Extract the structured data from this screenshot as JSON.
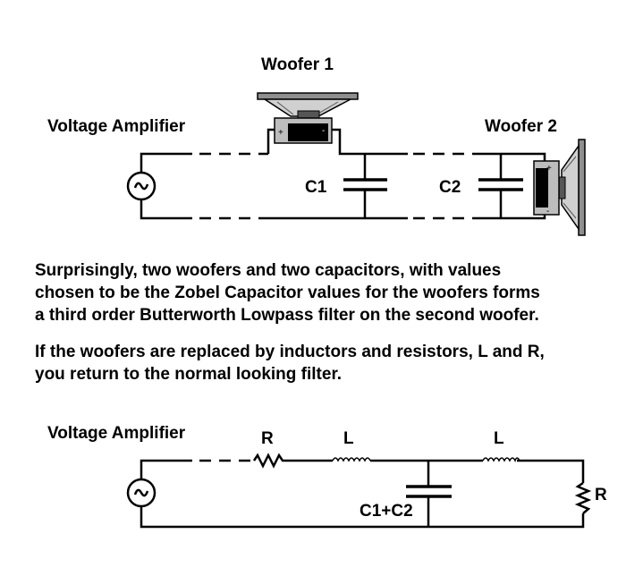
{
  "top_circuit": {
    "amplifier_label": "Voltage Amplifier",
    "woofer1_label": "Woofer 1",
    "woofer2_label": "Woofer 2",
    "c1_label": "C1",
    "c2_label": "C2",
    "source_symbol": "~",
    "woofer1_plus": "+",
    "woofer1_minus": "-",
    "woofer2_plus": "+",
    "woofer2_minus": "-"
  },
  "paragraphs": [
    {
      "lines": [
        "Surprisingly, two woofers and two capacitors, with values",
        "chosen to be the Zobel Capacitor values for the woofers forms",
        "a third order Butterworth Lowpass filter on the second woofer."
      ]
    },
    {
      "lines": [
        "If the woofers are replaced by inductors and resistors, L and R,",
        "you return to the normal looking filter."
      ]
    }
  ],
  "bottom_circuit": {
    "amplifier_label": "Voltage Amplifier",
    "r_label": "R",
    "l1_label": "L",
    "l2_label": "L",
    "cap_label": "C1+C2",
    "load_r_label": "R",
    "source_symbol": "~"
  }
}
